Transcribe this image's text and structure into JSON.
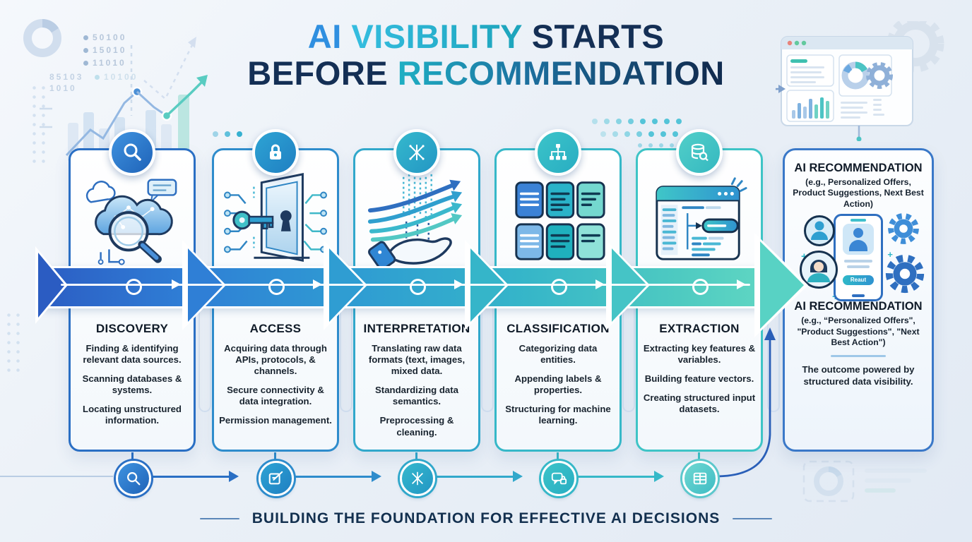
{
  "title": {
    "ai": "AI",
    "visibility": "VISIBILITY",
    "starts": "STARTS",
    "before": "BEFORE",
    "recommendation": "RECOMMENDATION"
  },
  "stages": [
    {
      "name": "DISCOVERY",
      "icon": "magnifier-icon",
      "bottom_icon": "magnifier-icon",
      "accent": "#2a6fc4",
      "points": [
        "Finding & identifying relevant data sources.",
        "Scanning databases & systems.",
        "Locating unstructured information."
      ]
    },
    {
      "name": "ACCESS",
      "icon": "padlock-icon",
      "bottom_icon": "edit-document-icon",
      "accent": "#2e8ccc",
      "points": [
        "Acquiring data through APIs, protocols, & channels.",
        "Secure connectivity & data integration.",
        "Permission management."
      ]
    },
    {
      "name": "INTERPRETATION",
      "icon": "starburst-icon",
      "bottom_icon": "starburst-icon",
      "accent": "#31a8cb",
      "points": [
        "Translating raw data formats (text, images, mixed data.",
        "Standardizing data semantics.",
        "Preprocessing & cleaning."
      ]
    },
    {
      "name": "CLASSIFICATION",
      "icon": "hierarchy-icon",
      "bottom_icon": "chat-lock-icon",
      "accent": "#36b8c8",
      "points": [
        "Categorizing data entities.",
        "Appending labels & properties.",
        "Structuring for machine learning."
      ]
    },
    {
      "name": "EXTRACTION",
      "icon": "database-search-icon",
      "bottom_icon": "table-icon",
      "accent": "#3ec4c6",
      "points": [
        "Extracting key features & variables.",
        "Building feature vectors.",
        "Creating structured input datasets."
      ]
    }
  ],
  "result_panel": {
    "heading_top": "AI RECOMMENDATION",
    "subtext_top": "(e.g., Personalized Offers, Product Suggestions, Next Best Action)",
    "phone_button": "Reaut",
    "heading_bottom": "AI RECOMMENDATION",
    "subtext_bottom": "(e.g., “Personalized Offers\", \"Product Suggestions\", \"Next Best Action\")",
    "outcome": "The outcome powered by structured data visibility."
  },
  "footer": {
    "banner": "BUILDING THE FOUNDATION FOR EFFECTIVE AI DECISIONS"
  },
  "decor": {
    "binary_row1": "50100",
    "binary_row2": "15010",
    "binary_row3": "11010",
    "binary_side1": "85103",
    "binary_side2": "1010",
    "binary_extra": "10100"
  },
  "colors": {
    "band_start": "#2c5ec4",
    "band_end": "#5fd6c3",
    "navy": "#142f55",
    "teal": "#23b3c4",
    "blue": "#2f8fe0"
  }
}
